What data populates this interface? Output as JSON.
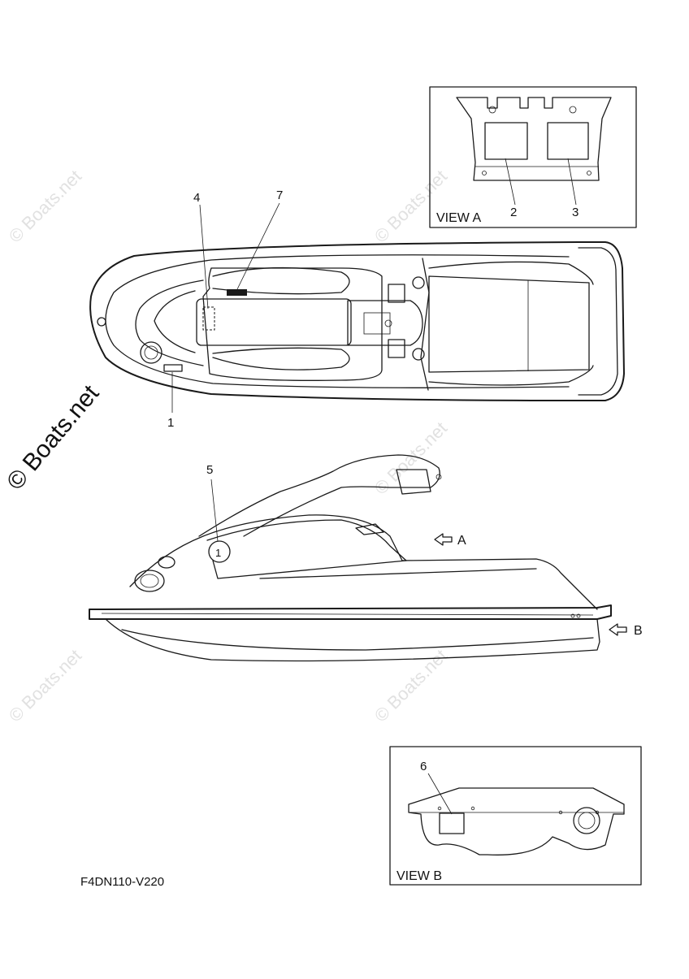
{
  "drawing": {
    "part_code": "F4DN110-V220",
    "watermark_main": "© Boats.net",
    "watermark_faint": "© Boats.net",
    "view_a": {
      "title": "VIEW A",
      "callouts": [
        "2",
        "3"
      ]
    },
    "view_b": {
      "title": "VIEW B",
      "callouts": [
        "6"
      ]
    },
    "top_view": {
      "callouts": [
        "4",
        "7",
        "1"
      ]
    },
    "side_view": {
      "callouts": [
        "5"
      ],
      "arrow_a": "A",
      "arrow_b": "B",
      "badge_number": "1"
    }
  }
}
